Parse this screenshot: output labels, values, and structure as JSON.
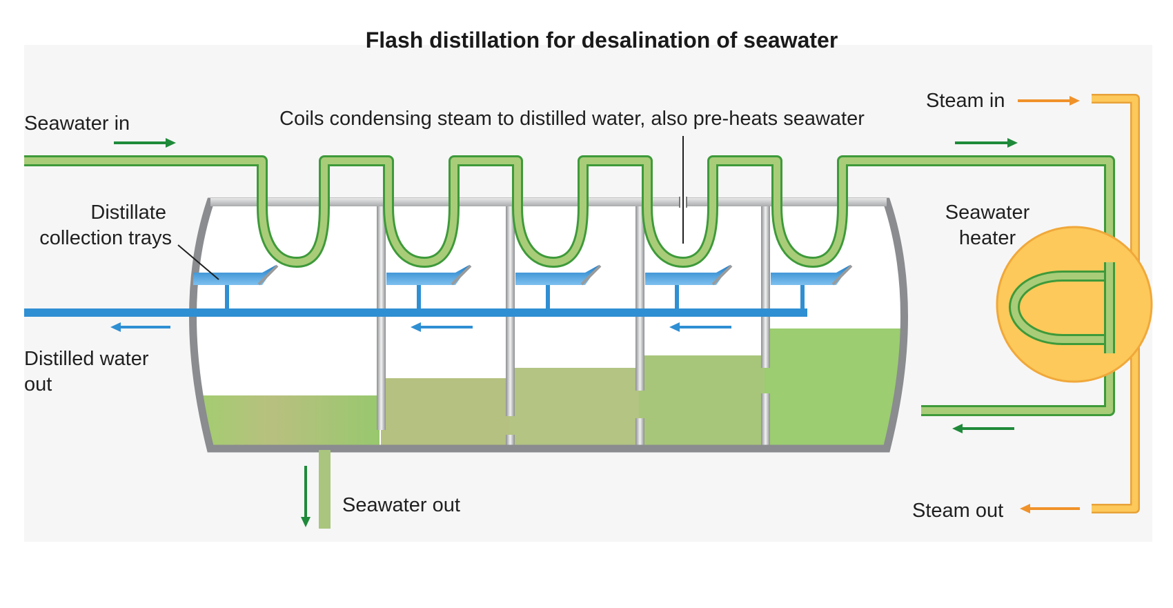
{
  "title": "Flash distillation for desalination of seawater",
  "labels": {
    "seawater_in": "Seawater in",
    "coils": "Coils condensing steam to distilled water, also pre-heats seawater",
    "steam_in": "Steam in",
    "distillate_line1": "Distillate",
    "distillate_line2": "collection trays",
    "seawater_heater_line1": "Seawater",
    "seawater_heater_line2": "heater",
    "distilled_out_line1": "Distilled water",
    "distilled_out_line2": "out",
    "seawater_out": "Seawater out",
    "steam_out": "Steam out"
  },
  "colors": {
    "background_panel": "#f6f6f6",
    "seawater_pipe": "#a9cc78",
    "seawater_pipe_edge": "#3e9a3a",
    "distillate_blue": "#2f8fd3",
    "steam_orange": "#f7b94a",
    "steam_arrow": "#f0922a",
    "flow_arrow_green": "#1f8a3a",
    "heater_fill": "#fcc95a",
    "heater_edge": "#f0a83a",
    "vessel_wall": "#8a8c8f",
    "brine_green": "#9dc76f",
    "brine_tan": "#b6c282"
  }
}
